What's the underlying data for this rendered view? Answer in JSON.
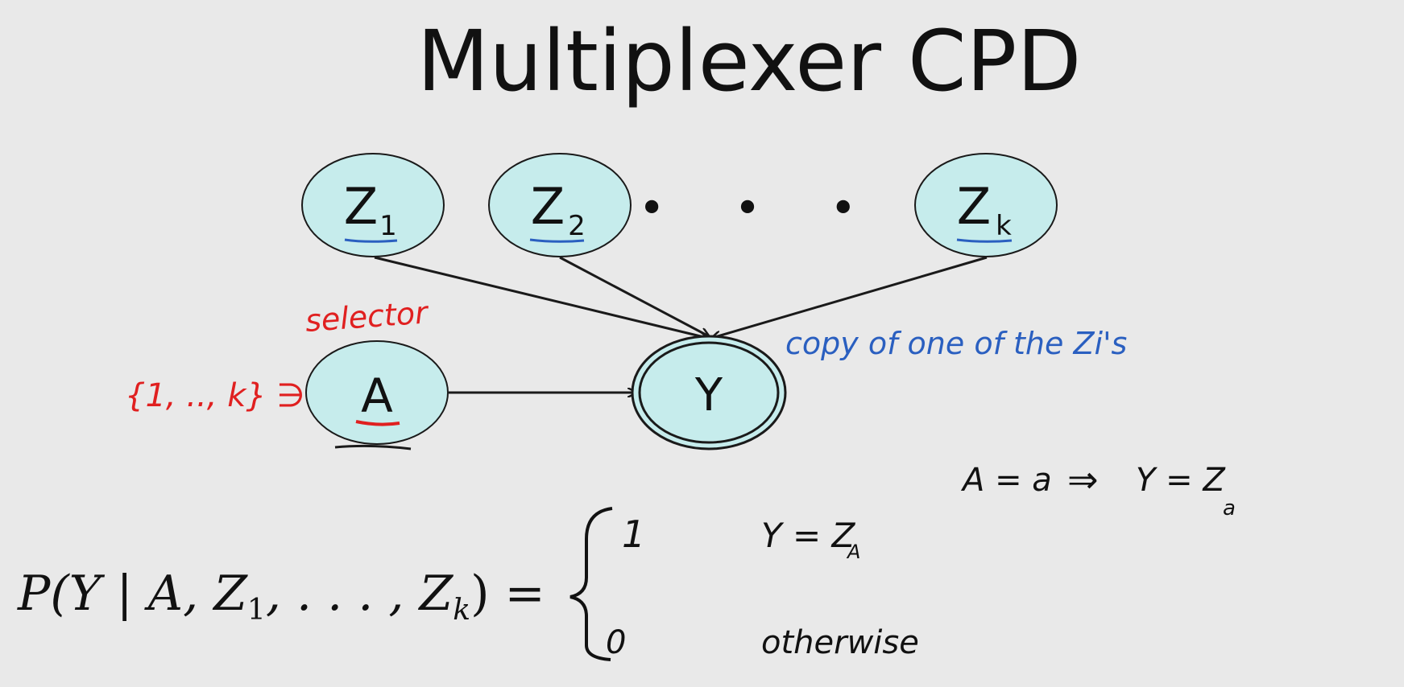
{
  "slide": {
    "title": "Multiplexer CPD",
    "background": "#e9e9e9",
    "node_fill": "#c6ecec",
    "node_stroke": "#1a1a1a"
  },
  "nodes": {
    "z1": {
      "base": "Z",
      "sub": "1"
    },
    "z2": {
      "base": "Z",
      "sub": "2"
    },
    "zk": {
      "base": "Z",
      "sub": "k"
    },
    "ellipsis": "• • •",
    "a": {
      "label": "A"
    },
    "y": {
      "label": "Y"
    }
  },
  "annotations": {
    "selector": {
      "text": "selector",
      "color": "#e02020"
    },
    "domain": {
      "text": "{1, .., k} ∋",
      "color": "#e02020"
    },
    "copy_note": {
      "text": "copy of one of the Zi's",
      "color": "#2a5fc0"
    },
    "implication": {
      "lhs": "A = a",
      "arrow": "⇒",
      "rhs": "Y = Z",
      "rhs_sub": "a"
    },
    "underline_z_color": "#2a5fc0",
    "underline_a_color": "#e02020"
  },
  "formula": {
    "lhs": "P(Y | A, Z",
    "lhs_sub1": "1",
    "lhs_mid": ", . . . , Z",
    "lhs_subk": "k",
    "lhs_end": ") =",
    "case1_value": "1",
    "case1_cond": "Y = Z",
    "case1_cond_sub": "A",
    "case2_value": "0",
    "case2_cond": "otherwise"
  }
}
